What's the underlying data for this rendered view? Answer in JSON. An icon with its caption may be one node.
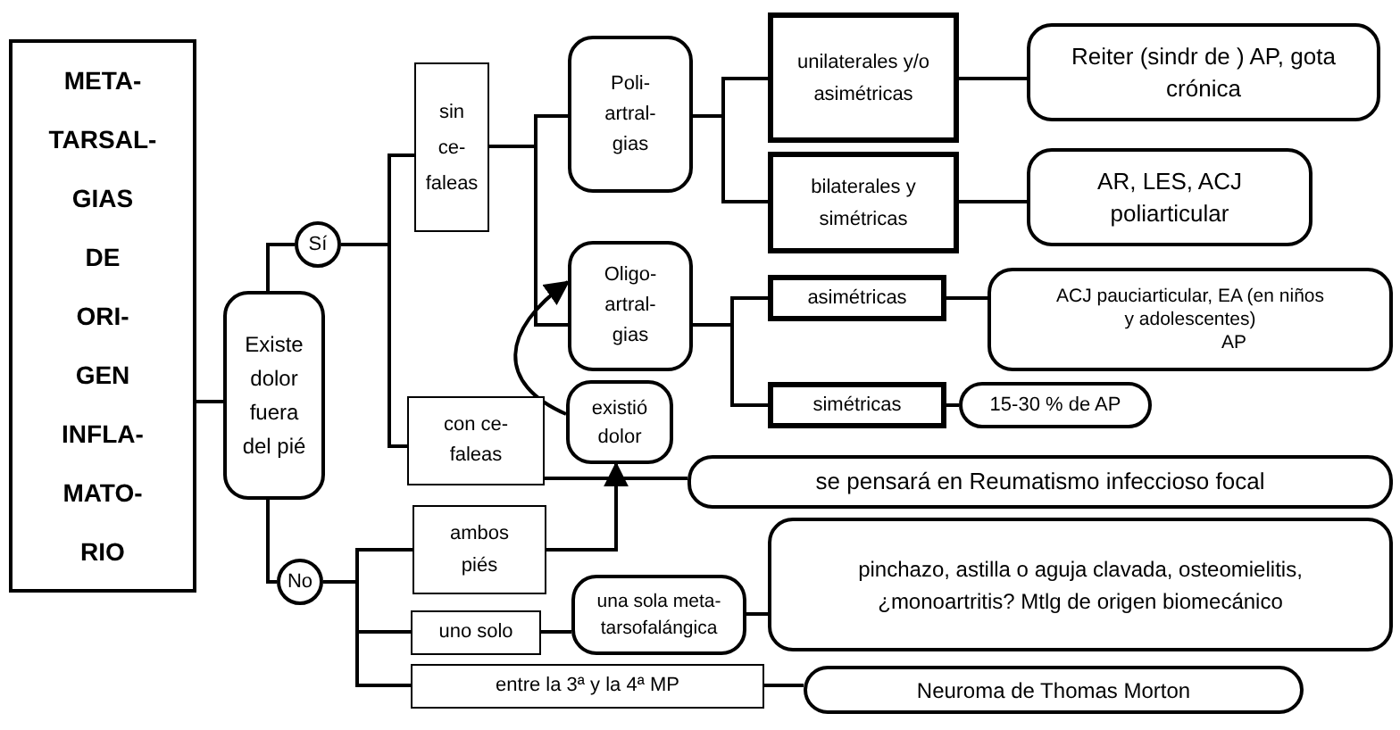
{
  "diagram": {
    "nodes": [
      {
        "text": [
          "META- TARSAL- GIAS DE ORI- GEN INFLA- MATO- RIO"
        ]
      },
      {
        "text": [
          "Existe dolor fuera del pié"
        ]
      },
      {
        "text": [
          "Sí"
        ]
      },
      {
        "text": [
          "No"
        ]
      },
      {
        "text": [
          "sin ce- faleas"
        ]
      },
      {
        "text": [
          "con ce- faleas"
        ]
      },
      {
        "text": [
          "Poli- artral- gias"
        ]
      },
      {
        "text": [
          "Oligo- artral- gias"
        ]
      },
      {
        "text": [
          "unilaterales y/o asimétricas"
        ]
      },
      {
        "text": [
          "bilaterales y simétricas"
        ]
      },
      {
        "text": [
          "asimétricas"
        ]
      },
      {
        "text": [
          "simétricas"
        ]
      },
      {
        "text": [
          "Reiter (sindr de ) AP, gota crónica"
        ]
      },
      {
        "text": [
          "AR, LES, ACJ poliarticular"
        ]
      },
      {
        "text": [
          "ACJ pauciarticular, EA (en niños y adolescentes)",
          "AP"
        ]
      },
      {
        "text": [
          "15-30 % de AP"
        ]
      },
      {
        "text": [
          "existió dolor"
        ]
      },
      {
        "text": [
          "se pensará en Reumatismo infeccioso focal"
        ]
      },
      {
        "text": [
          "ambos piés"
        ]
      },
      {
        "text": [
          "uno solo"
        ]
      },
      {
        "text": [
          "una sola meta- tarsofalángica"
        ]
      },
      {
        "text": [
          "pinchazo, astilla o aguja clavada, osteomielitis, ¿monoartritis? Mtlg de origen biomecánico"
        ]
      },
      {
        "text": [
          "entre la 3ª y la 4ª MP"
        ]
      },
      {
        "text": [
          "Neuroma de Thomas Morton"
        ]
      }
    ],
    "edges": [
      {
        "from": 0,
        "to": 1,
        "arrow": "none"
      },
      {
        "from": 1,
        "to": 2,
        "arrow": "none"
      },
      {
        "from": 1,
        "to": 3,
        "arrow": "none"
      },
      {
        "from": 2,
        "to": 4,
        "arrow": "none"
      },
      {
        "from": 2,
        "to": 5,
        "arrow": "none"
      },
      {
        "from": 4,
        "to": 6,
        "arrow": "none"
      },
      {
        "from": 4,
        "to": 7,
        "arrow": "none"
      },
      {
        "from": 6,
        "to": 8,
        "arrow": "none"
      },
      {
        "from": 6,
        "to": 9,
        "arrow": "none"
      },
      {
        "from": 7,
        "to": 10,
        "arrow": "none"
      },
      {
        "from": 7,
        "to": 11,
        "arrow": "none"
      },
      {
        "from": 8,
        "to": 12,
        "arrow": "none"
      },
      {
        "from": 9,
        "to": 13,
        "arrow": "none"
      },
      {
        "from": 10,
        "to": 14,
        "arrow": "none"
      },
      {
        "from": 11,
        "to": 15,
        "arrow": "none"
      },
      {
        "from": 5,
        "to": 17,
        "arrow": "none"
      },
      {
        "from": 3,
        "to": 18,
        "arrow": "none"
      },
      {
        "from": 3,
        "to": 19,
        "arrow": "none"
      },
      {
        "from": 3,
        "to": 22,
        "arrow": "none"
      },
      {
        "from": 19,
        "to": 20,
        "arrow": "none"
      },
      {
        "from": 20,
        "to": 21,
        "arrow": "none"
      },
      {
        "from": 22,
        "to": 23,
        "arrow": "none"
      },
      {
        "from": 18,
        "to": 16,
        "arrow": "to"
      },
      {
        "from": 16,
        "to": 7,
        "arrow": "to"
      }
    ]
  }
}
